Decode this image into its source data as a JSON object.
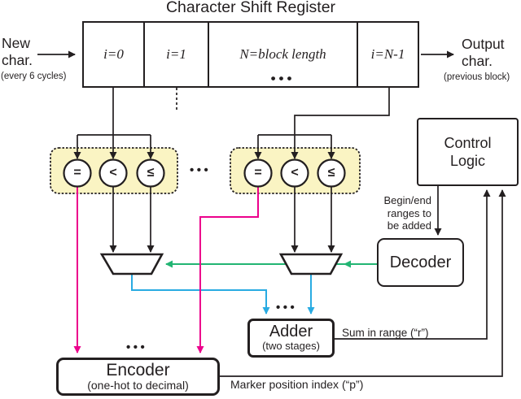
{
  "title": "Character Shift Register",
  "ellipsis": "•••",
  "io": {
    "new_label": "New\nchar.",
    "new_note": "(every 6 cycles)",
    "output_label": "Output\nchar.",
    "output_note": "(previous block)"
  },
  "register": {
    "cells": [
      {
        "label": "i=0"
      },
      {
        "label": "i=1"
      },
      {
        "label": "N=block length"
      },
      {
        "label": "i=N-1"
      }
    ]
  },
  "comparators": {
    "groups": [
      [
        "=",
        "<",
        "≤"
      ],
      [
        "=",
        "<",
        "≤"
      ]
    ]
  },
  "boxes": {
    "control_logic": "Control\nLogic",
    "decoder": "Decoder",
    "adder": {
      "title": "Adder",
      "subtitle": "(two stages)"
    },
    "encoder": {
      "title": "Encoder",
      "subtitle": "(one-hot to decimal)"
    }
  },
  "annotations": {
    "begin_end": "Begin/end\nranges to\nbe added",
    "sum_in_range": "Sum in range (“r”)",
    "marker_position": "Marker position index (“p”)"
  },
  "colors": {
    "ink": "#231F20",
    "magenta": "#EC008C",
    "cyan": "#29ABE2",
    "green": "#22B573",
    "comparator_fill": "#FAF4C3"
  }
}
